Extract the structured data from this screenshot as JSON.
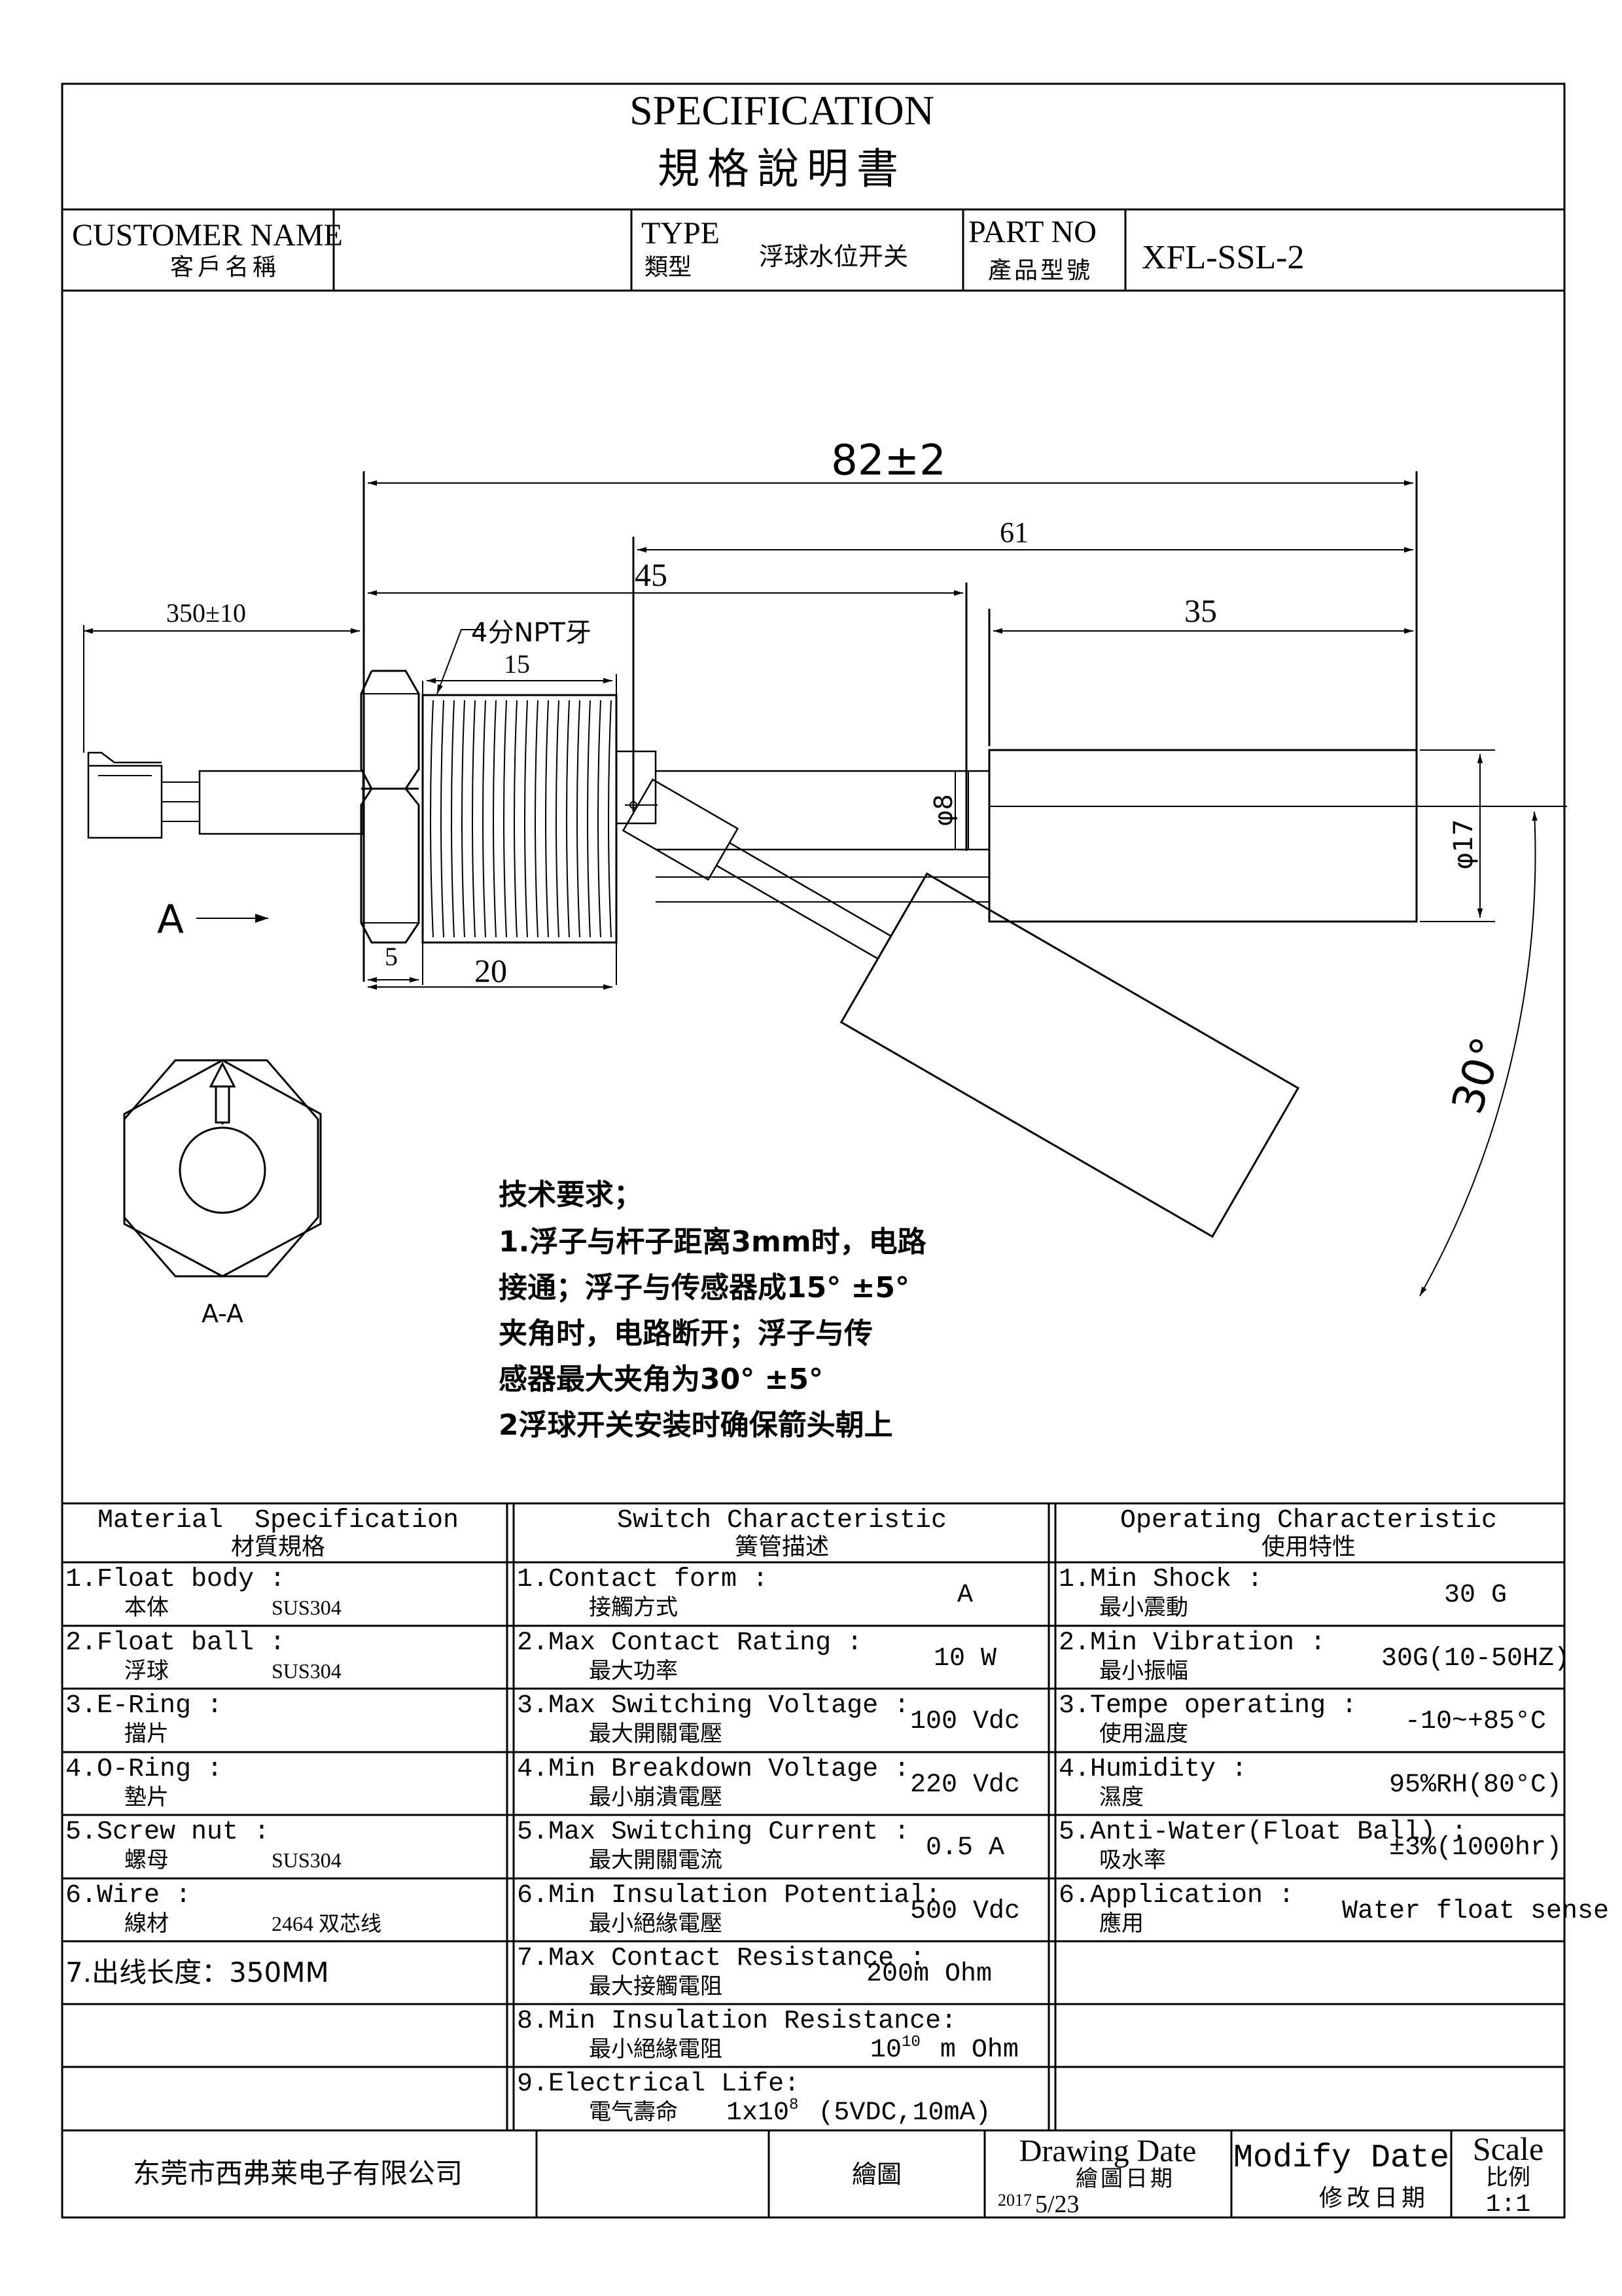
{
  "header": {
    "title_en": "SPECIFICATION",
    "title_zh": "規格說明書",
    "customer_label_en": "CUSTOMER NAME",
    "customer_label_zh": "客戶名稱",
    "customer_value": "",
    "type_label_en": "TYPE",
    "type_label_zh": "類型",
    "type_value": "浮球水位开关",
    "part_label_en": "PART NO",
    "part_label_zh": "產品型號",
    "part_value": "XFL-SSL-2"
  },
  "drawing": {
    "dim_total": "82±2",
    "dim_61": "61",
    "dim_45": "45",
    "dim_35": "35",
    "dim_cable": "350±10",
    "thread_note": "4分NPT牙",
    "dim_thread": "15",
    "dim_5": "5",
    "dim_20": "20",
    "dim_d8": "φ8",
    "dim_d17": "φ17",
    "angle": "30°",
    "section_marker": "A",
    "section_label": "A-A"
  },
  "notes": {
    "heading": "技术要求；",
    "lines": [
      "1.浮子与杆子距离3mm时，电路",
      "接通；浮子与传感器成15°  ±5°",
      "夹角时，电路断开；浮子与传",
      "感器最大夹角为30°  ±5°",
      "2浮球开关安装时确保箭头朝上"
    ]
  },
  "specs": {
    "material": {
      "title_en": "Material  Specification",
      "title_zh": "材質規格",
      "rows": [
        {
          "en": "1.Float body :",
          "zh": "本体",
          "value": "SUS304"
        },
        {
          "en": "2.Float ball :",
          "zh": "浮球",
          "value": "SUS304"
        },
        {
          "en": "3.E-Ring :",
          "zh": "擋片",
          "value": ""
        },
        {
          "en": "4.O-Ring :",
          "zh": "墊片",
          "value": ""
        },
        {
          "en": "5.Screw nut :",
          "zh": "螺母",
          "value": "SUS304"
        },
        {
          "en": "6.Wire :",
          "zh": "線材",
          "value": "2464 双芯线"
        },
        {
          "en": "7.出线长度：350MM",
          "zh": "",
          "value": ""
        },
        {
          "en": "",
          "zh": "",
          "value": ""
        },
        {
          "en": "",
          "zh": "",
          "value": ""
        }
      ]
    },
    "switch": {
      "title_en": "Switch Characteristic",
      "title_zh": "簧管描述",
      "rows": [
        {
          "en": "1.Contact form :",
          "zh": "接觸方式",
          "value": "A"
        },
        {
          "en": "2.Max Contact Rating :",
          "zh": "最大功率",
          "value": "10 W"
        },
        {
          "en": "3.Max Switching Voltage :",
          "zh": "最大開關電壓",
          "value": "100 Vdc"
        },
        {
          "en": "4.Min Breakdown Voltage :",
          "zh": "最小崩潰電壓",
          "value": "220 Vdc"
        },
        {
          "en": "5.Max Switching Current :",
          "zh": "最大開關電流",
          "value": "0.5 A"
        },
        {
          "en": "6.Min Insulation Potential:",
          "zh": "最小絕緣電壓",
          "value": "500 Vdc"
        },
        {
          "en": "7.Max Contact Resistance :",
          "zh": "最大接觸電阻",
          "value": "200m Ohm"
        },
        {
          "en": "8.Min Insulation Resistance:",
          "zh": "最小絕緣電阻",
          "value": "10",
          "sup": "10",
          "unit": "m Ohm"
        },
        {
          "en": "9.Electrical Life:",
          "zh": "電气壽命",
          "value": "1x10",
          "sup": "8",
          "unit": "(5VDC,10mA)"
        }
      ]
    },
    "operating": {
      "title_en": "Operating Characteristic",
      "title_zh": "使用特性",
      "rows": [
        {
          "en": "1.Min Shock :",
          "zh": "最小震動",
          "value": "30 G"
        },
        {
          "en": "2.Min Vibration :",
          "zh": "最小振幅",
          "value": "30G(10-50HZ)"
        },
        {
          "en": "3.Tempe operating :",
          "zh": "使用溫度",
          "value": "-10~+85°C"
        },
        {
          "en": "4.Humidity :",
          "zh": "濕度",
          "value": "95%RH(80°C)"
        },
        {
          "en": "5.Anti-Water(Float Ball) :",
          "zh": "吸水率",
          "value": "±3%(1000hr)"
        },
        {
          "en": "6.Application :",
          "zh": "應用",
          "value": "Water float sense"
        },
        {
          "en": "",
          "zh": "",
          "value": ""
        },
        {
          "en": "",
          "zh": "",
          "value": ""
        },
        {
          "en": "",
          "zh": "",
          "value": ""
        }
      ]
    }
  },
  "footer": {
    "company": "东莞市西弗莱电子有限公司",
    "draw_label": "繪圖",
    "drawing_date_en": "Drawing Date",
    "drawing_date_zh": "繪圖日期",
    "drawing_date_year": "2017",
    "drawing_date_md": "5/23",
    "modify_date_en": "Modify Date",
    "modify_date_zh": "修改日期",
    "scale_en": "Scale",
    "scale_zh": "比例",
    "scale_value": "1:1"
  }
}
